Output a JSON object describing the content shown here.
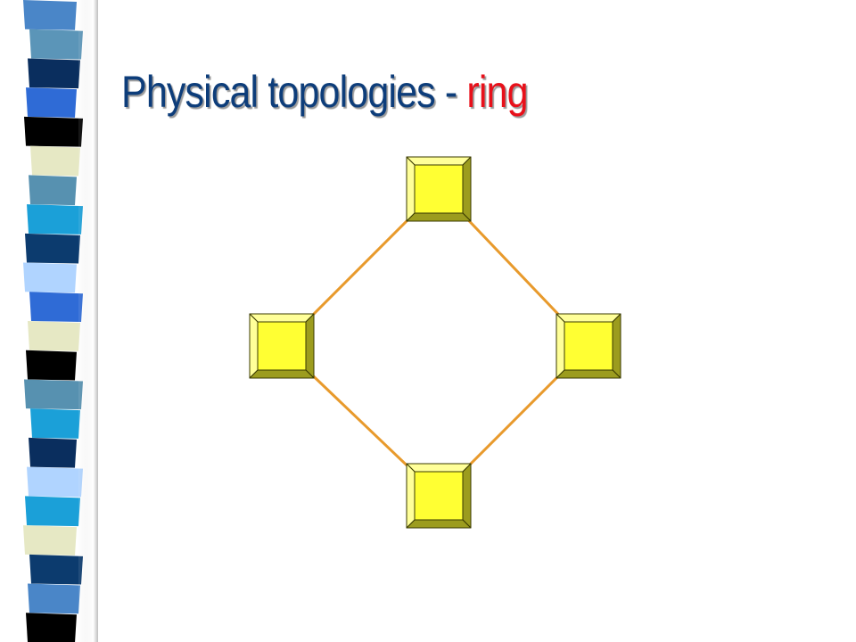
{
  "slide": {
    "title": "Physical topologies - ",
    "title_accent": "ring"
  },
  "colors": {
    "title": "#0d3d7a",
    "accent": "#e8101a",
    "link": "#e89a2c",
    "node_face": "#ffff33",
    "node_bevel_light": "#ffff99",
    "node_bevel_dark": "#9c9c1e",
    "node_outline": "#3a3a00"
  },
  "strip_colors": [
    "#4a86c8",
    "#5b95b8",
    "#0a2e5e",
    "#2f6bd6",
    "#000000",
    "#e6e8c4",
    "#5791b0",
    "#1ba0d8",
    "#0c3b6e",
    "#b0d4ff",
    "#2f6bd6",
    "#e6e8c4",
    "#000000",
    "#5791b0",
    "#1ba0d8",
    "#0a2e5e",
    "#b0d4ff",
    "#1ba0d8",
    "#e6e8c4",
    "#0c3b6e",
    "#4a86c8",
    "#000000"
  ],
  "diagram": {
    "topology": "ring",
    "nodes": [
      {
        "id": "top"
      },
      {
        "id": "right"
      },
      {
        "id": "bottom"
      },
      {
        "id": "left"
      }
    ],
    "links": [
      {
        "from": "top",
        "to": "right"
      },
      {
        "from": "right",
        "to": "bottom"
      },
      {
        "from": "bottom",
        "to": "left"
      },
      {
        "from": "left",
        "to": "top"
      }
    ]
  }
}
